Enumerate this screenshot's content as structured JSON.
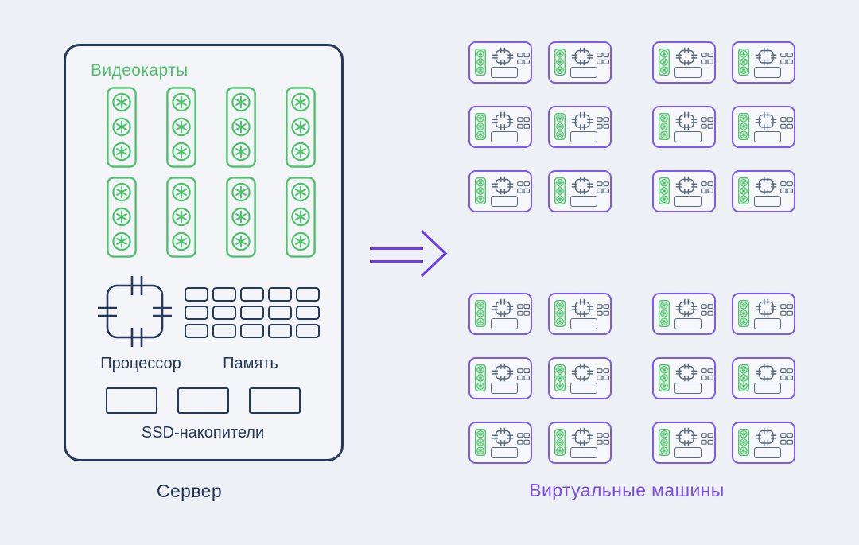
{
  "title": "Server virtualization diagram",
  "colors": {
    "page_bg": "#EDF0F4",
    "server_bg": "#F3F5F9",
    "navy": "#24395B",
    "green": "#4EC16B",
    "purple": "#7A4BF2",
    "arrow_purple": "#6B3EF2",
    "vm_border": "#7D5AF5",
    "vm_bg": "#F7F8FC",
    "slate": "#5A6A80"
  },
  "server": {
    "caption": "Сервер",
    "gpu": {
      "section_label": "Видеокарты",
      "rows": 2,
      "cards_per_row": 4,
      "total_cards": 8,
      "fans_per_card": 3,
      "icon": "gpu-fan-card-icon"
    },
    "cpu": {
      "label": "Процессор",
      "icon": "cpu-chip-icon"
    },
    "memory": {
      "label": "Память",
      "rows": 3,
      "cols": 5,
      "cells": 15,
      "icon": "ram-cell-icon"
    },
    "ssd": {
      "label": "SSD-накопители",
      "count": 3,
      "icon": "ssd-drive-icon"
    }
  },
  "arrow": {
    "icon": "double-line-right-arrow-icon",
    "direction": "right"
  },
  "vms": {
    "caption": "Виртуальные машины",
    "groups": 2,
    "rows_per_group": 3,
    "vms_per_row": 4,
    "total": 24,
    "per_vm": {
      "gpu_fans": 3,
      "memory_cells": 4,
      "ssd_count": 1,
      "icons": [
        "vm-gpu-icon",
        "vm-cpu-icon",
        "vm-memory-icon",
        "vm-ssd-icon"
      ]
    }
  }
}
